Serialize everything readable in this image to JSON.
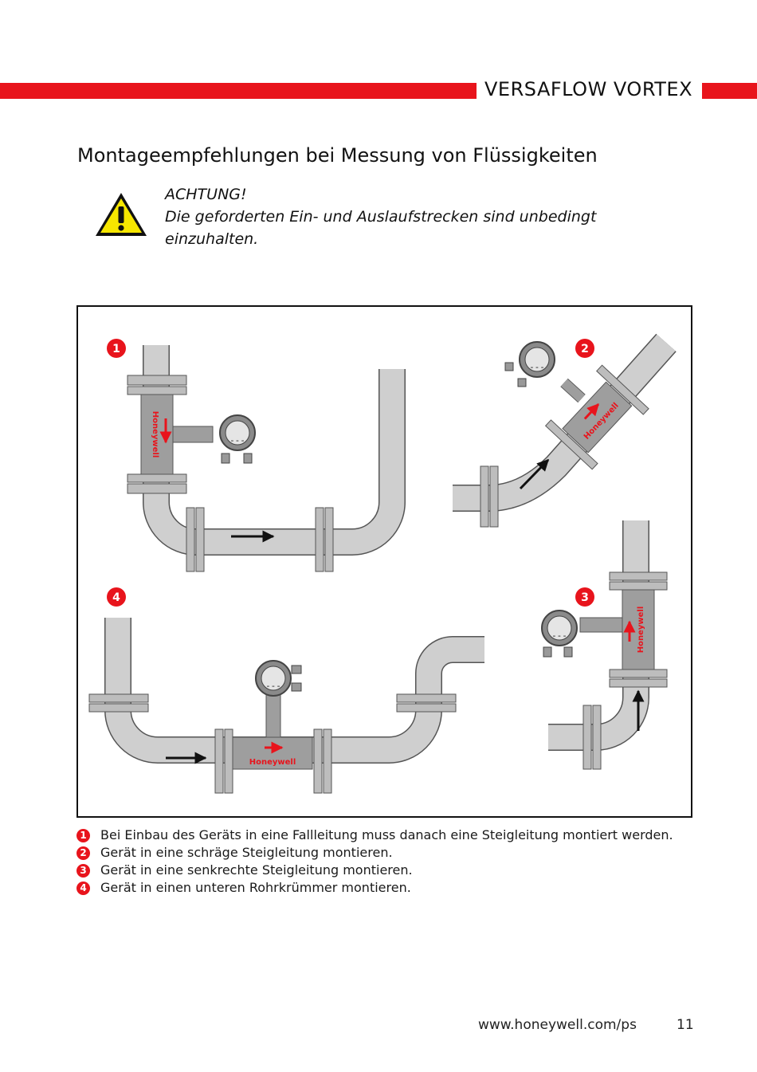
{
  "header": {
    "product": "VERSAFLOW VORTEX"
  },
  "title": "Montageempfehlungen bei Messung von Flüssigkeiten",
  "warning": {
    "heading": "ACHTUNG!",
    "text": "Die geforderten Ein- und Auslaufstrecken sind unbedingt einzuhalten."
  },
  "figure": {
    "brand": "Honeywell",
    "display": "---",
    "markers": [
      "1",
      "2",
      "3",
      "4"
    ]
  },
  "legend": [
    {
      "num": "1",
      "text": "Bei Einbau des Geräts in eine Fallleitung muss danach eine Steigleitung montiert werden."
    },
    {
      "num": "2",
      "text": "Gerät in eine schräge Steigleitung montieren."
    },
    {
      "num": "3",
      "text": "Gerät in eine senkrechte Steigleitung montieren."
    },
    {
      "num": "4",
      "text": "Gerät in einen unteren Rohrkrümmer montieren."
    }
  ],
  "footer": {
    "url": "www.honeywell.com/ps",
    "page": "11"
  },
  "colors": {
    "accent": "#e8141c",
    "pipe": "#cfcfcf",
    "meter": "#9e9e9e"
  }
}
